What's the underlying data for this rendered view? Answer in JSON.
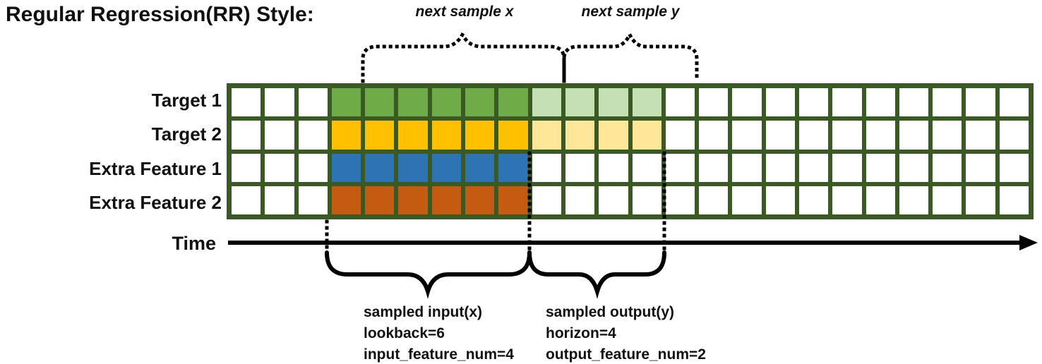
{
  "title": "Regular Regression(RR) Style:",
  "annotations": {
    "next_sample_x": "next sample x",
    "next_sample_y": "next sample y"
  },
  "time_label": "Time",
  "rows": [
    {
      "label": "Target 1",
      "solid_color": "#6FAC47",
      "horizon_color": "#C5E0B4"
    },
    {
      "label": "Target 2",
      "solid_color": "#FFC000",
      "horizon_color": "#FFE699"
    },
    {
      "label": "Extra Feature 1",
      "solid_color": "#2E74B5",
      "horizon_color": ""
    },
    {
      "label": "Extra Feature 2",
      "solid_color": "#C55A11",
      "horizon_color": ""
    }
  ],
  "grid": {
    "columns": 24,
    "row_count": 4,
    "lookback_start_col": 3,
    "lookback": 6,
    "horizon_start_col": 9,
    "horizon": 4,
    "empty_color": "#FFFFFF"
  },
  "sampled_input": {
    "lines": [
      "sampled input(x)",
      "lookback=6",
      "input_feature_num=4"
    ]
  },
  "sampled_output": {
    "lines": [
      "sampled output(y)",
      "horizon=4",
      "output_feature_num=2"
    ]
  },
  "colors": {
    "grid_border": "#3A5A23",
    "annotation": "#000000",
    "text": "#111111"
  }
}
